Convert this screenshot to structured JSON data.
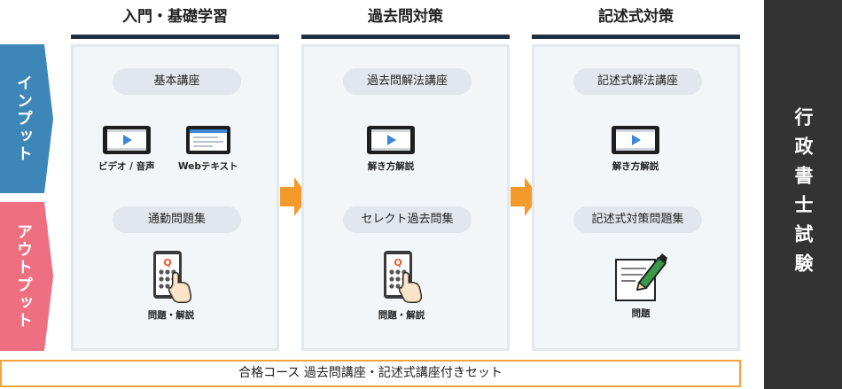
{
  "left_labels": {
    "input": "インプット",
    "output": "アウトプット"
  },
  "columns": [
    {
      "header": "入門・基礎学習",
      "top_pill": "基本講座",
      "bottom_pill": "通勤問題集",
      "top_icons": [
        {
          "icon": "video-player-icon",
          "caption": "ビデオ / 音声"
        },
        {
          "icon": "web-text-tablet-icon",
          "caption": "Webテキスト"
        }
      ],
      "bottom_icon": {
        "icon": "phone-quiz-icon",
        "caption": "問題・解説"
      }
    },
    {
      "header": "過去問対策",
      "top_pill": "過去問解法講座",
      "bottom_pill": "セレクト過去問集",
      "top_icons": [
        {
          "icon": "video-player-icon",
          "caption": "解き方解説"
        }
      ],
      "bottom_icon": {
        "icon": "phone-quiz-icon",
        "caption": "問題・解説"
      }
    },
    {
      "header": "記述式対策",
      "top_pill": "記述式解法講座",
      "bottom_pill": "記述式対策問題集",
      "top_icons": [
        {
          "icon": "video-player-icon",
          "caption": "解き方解説"
        }
      ],
      "bottom_icon": {
        "icon": "paper-pencil-icon",
        "caption": "問題"
      }
    }
  ],
  "course_bar": "合格コース 過去問講座・記述式講座付きセット",
  "right_title": "行政書士試験",
  "colors": {
    "input_tab": "#3d86b8",
    "output_tab": "#ee6f80",
    "arrow": "#f39a2b",
    "header_bar": "#1f3042",
    "right_panel": "#333333",
    "course_border": "#f5a33a"
  }
}
